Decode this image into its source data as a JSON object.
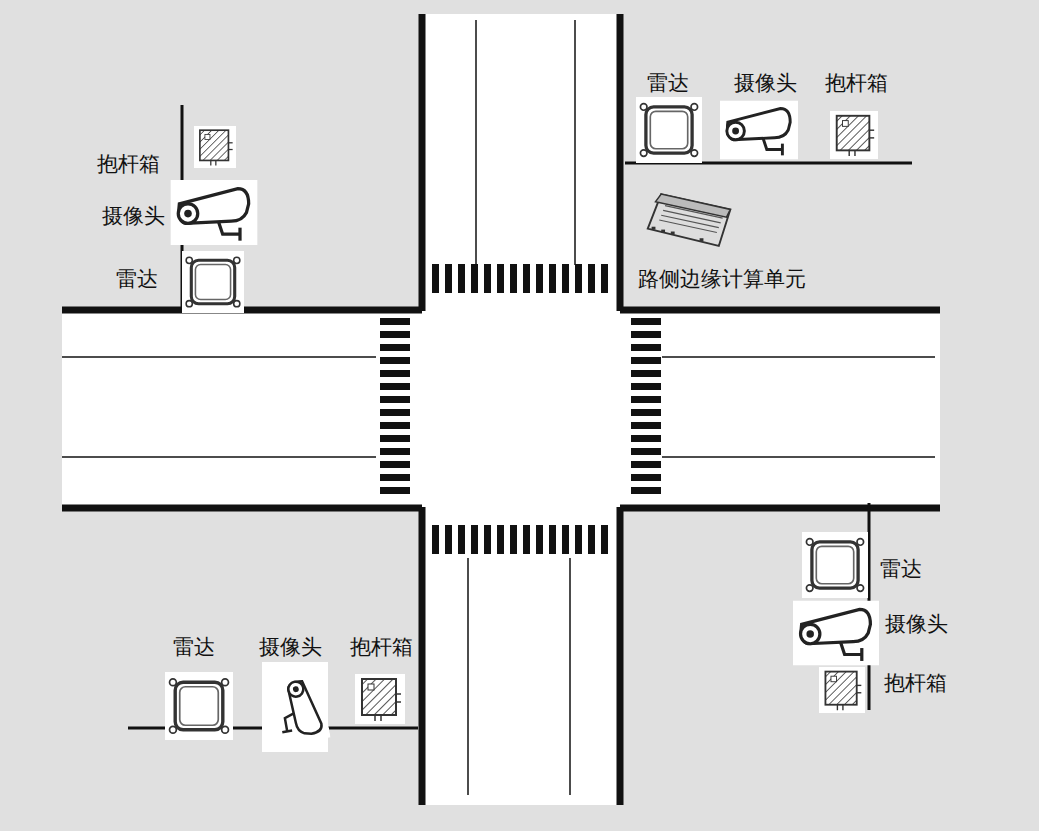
{
  "diagram": {
    "labels": [
      "雷达",
      "摄像头",
      "抱杆箱",
      "抱杆箱",
      "摄像头",
      "雷达",
      "路侧边缘计算单元",
      "雷达",
      "摄像头",
      "抱杆箱",
      "雷达",
      "摄像头",
      "抱杆箱"
    ]
  }
}
